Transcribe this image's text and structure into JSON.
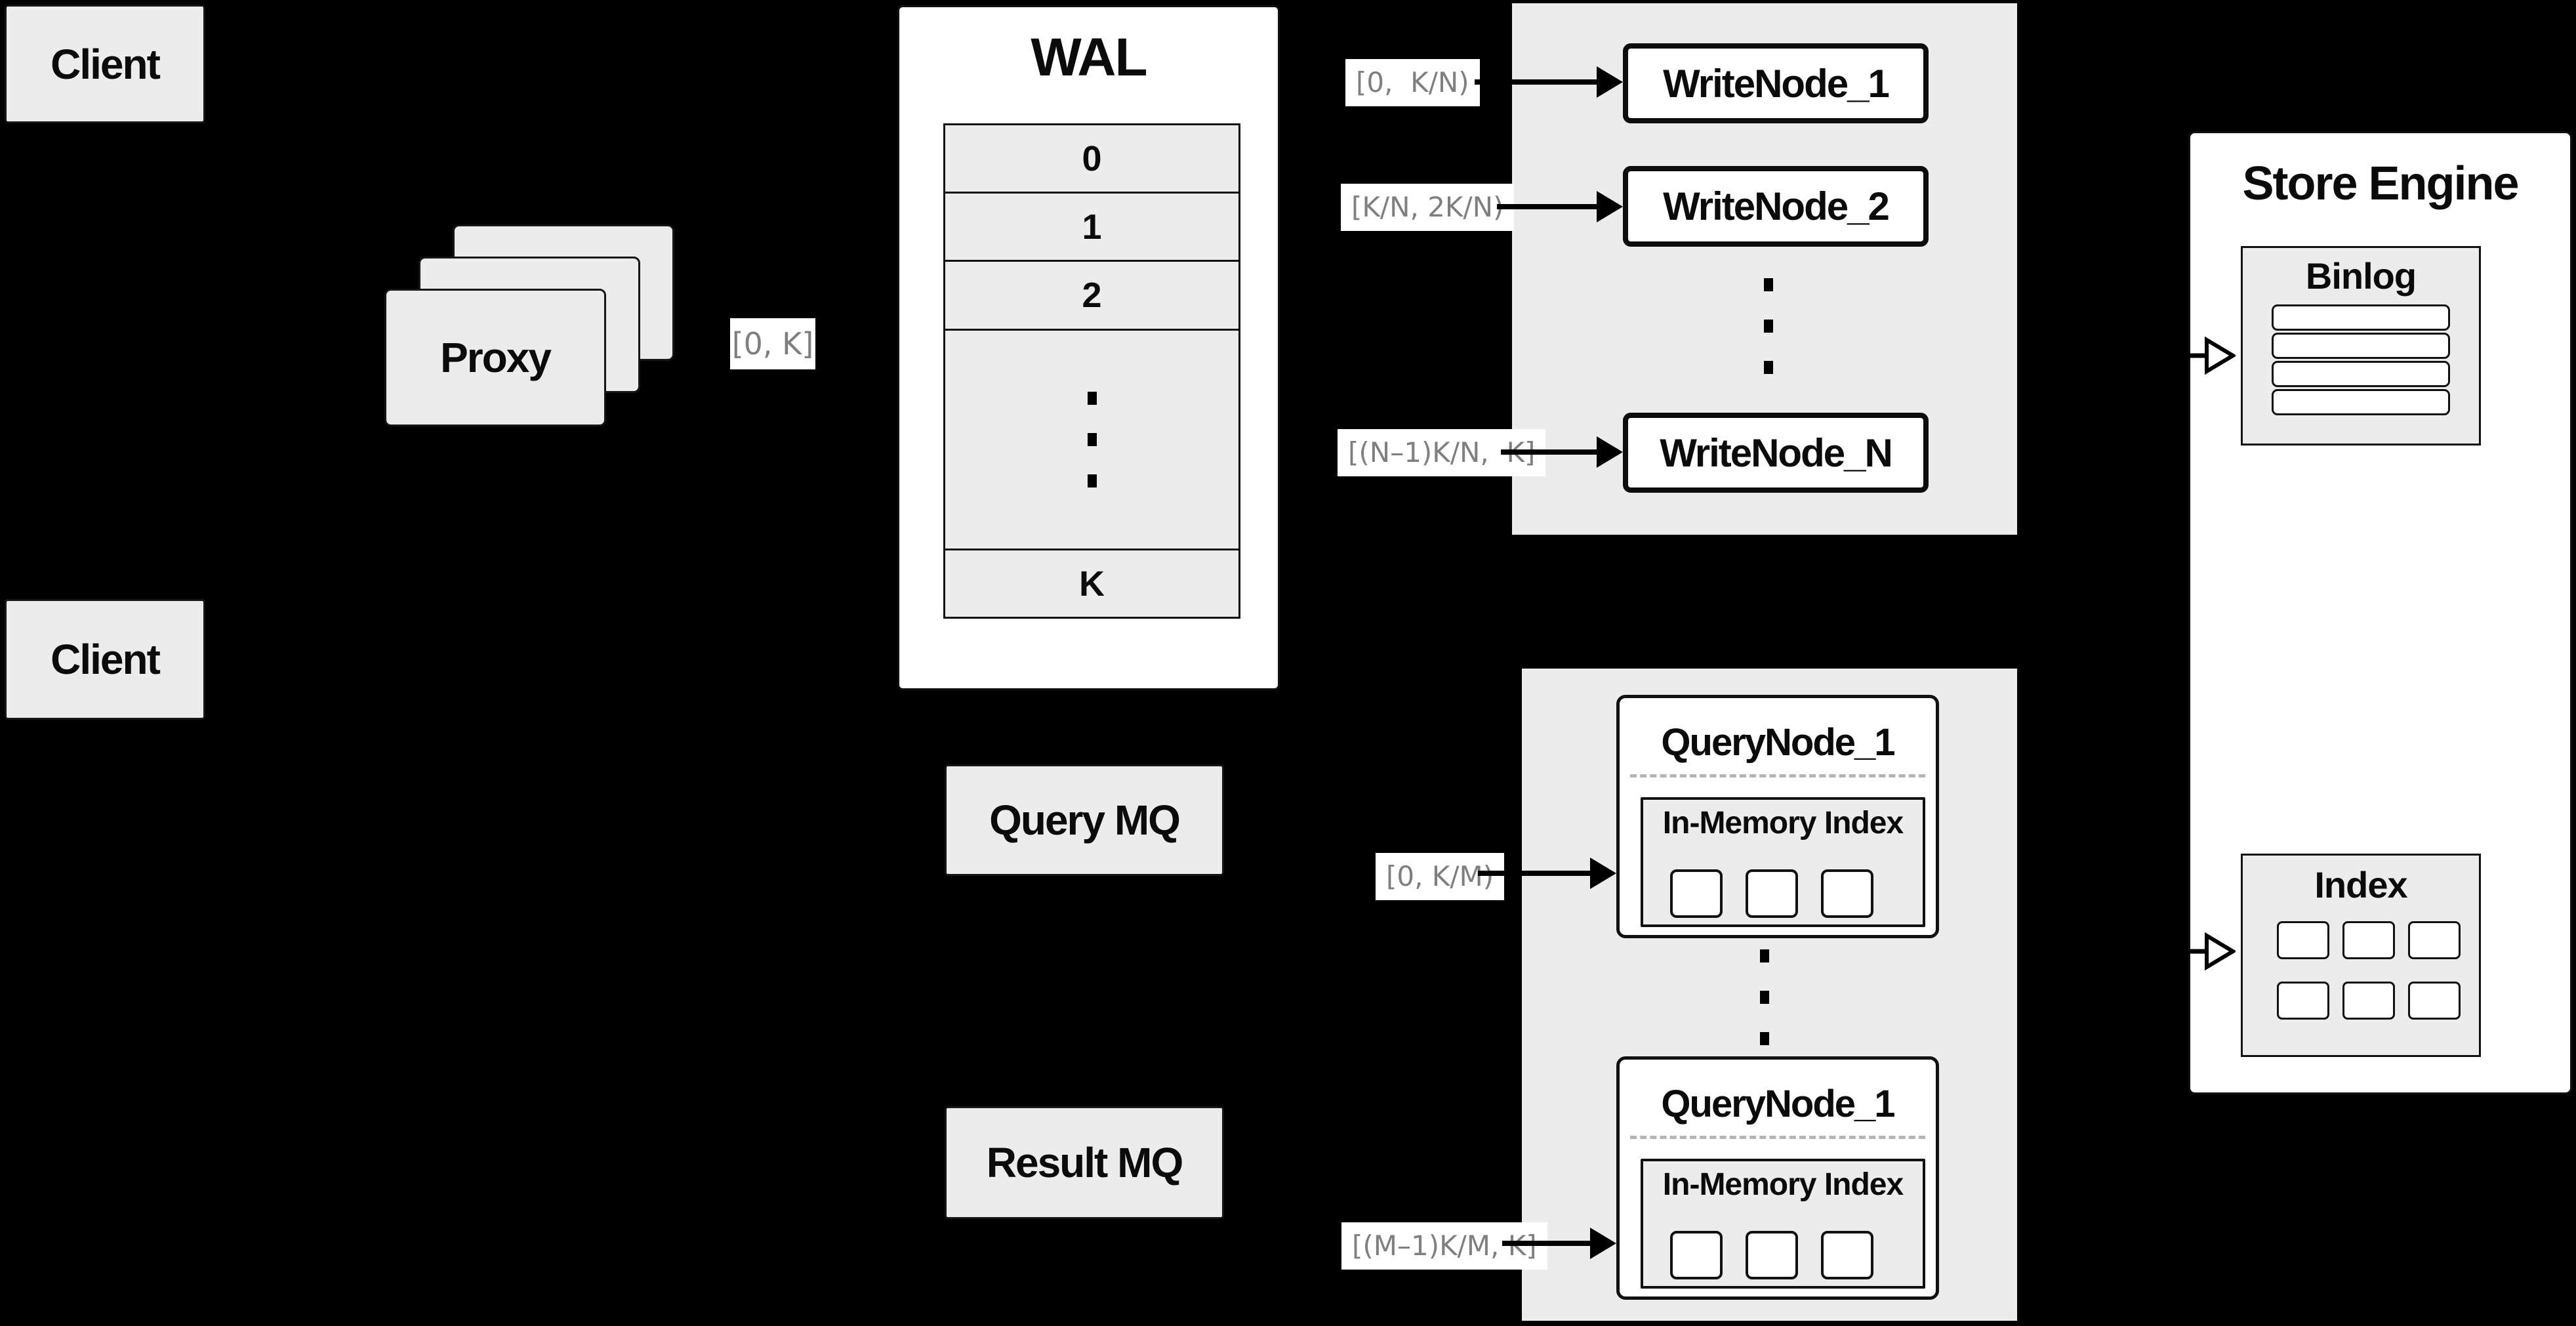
{
  "colors": {
    "background": "#000000",
    "panel_gray": "#ececec",
    "box_white": "#ffffff",
    "line_black": "#111111",
    "muted_label_text": "#7f7f7f",
    "dashed_divider": "#b5b5b5"
  },
  "clients": {
    "top_label": "Client",
    "bottom_label": "Client"
  },
  "proxy": {
    "label": "Proxy",
    "range_label": "[0, K]"
  },
  "wal": {
    "title": "WAL",
    "segments": [
      "0",
      "1",
      "2"
    ],
    "last_segment": "K"
  },
  "write_cluster": {
    "nodes": [
      "WriteNode_1",
      "WriteNode_2",
      "WriteNode_N"
    ],
    "ranges": [
      "[0,  K/N)",
      "[K/N, 2K/N)",
      "[(N–1)K/N,  K]"
    ]
  },
  "mq": {
    "query_label": "Query MQ",
    "result_label": "Result MQ"
  },
  "query_cluster": {
    "node_titles": [
      "QueryNode_1",
      "QueryNode_1"
    ],
    "inner_title": "In-Memory Index",
    "ranges": [
      "[0, K/M)",
      "[(M–1)K/M, K]"
    ]
  },
  "store_engine": {
    "title": "Store Engine",
    "binlog_title": "Binlog",
    "index_title": "Index"
  }
}
